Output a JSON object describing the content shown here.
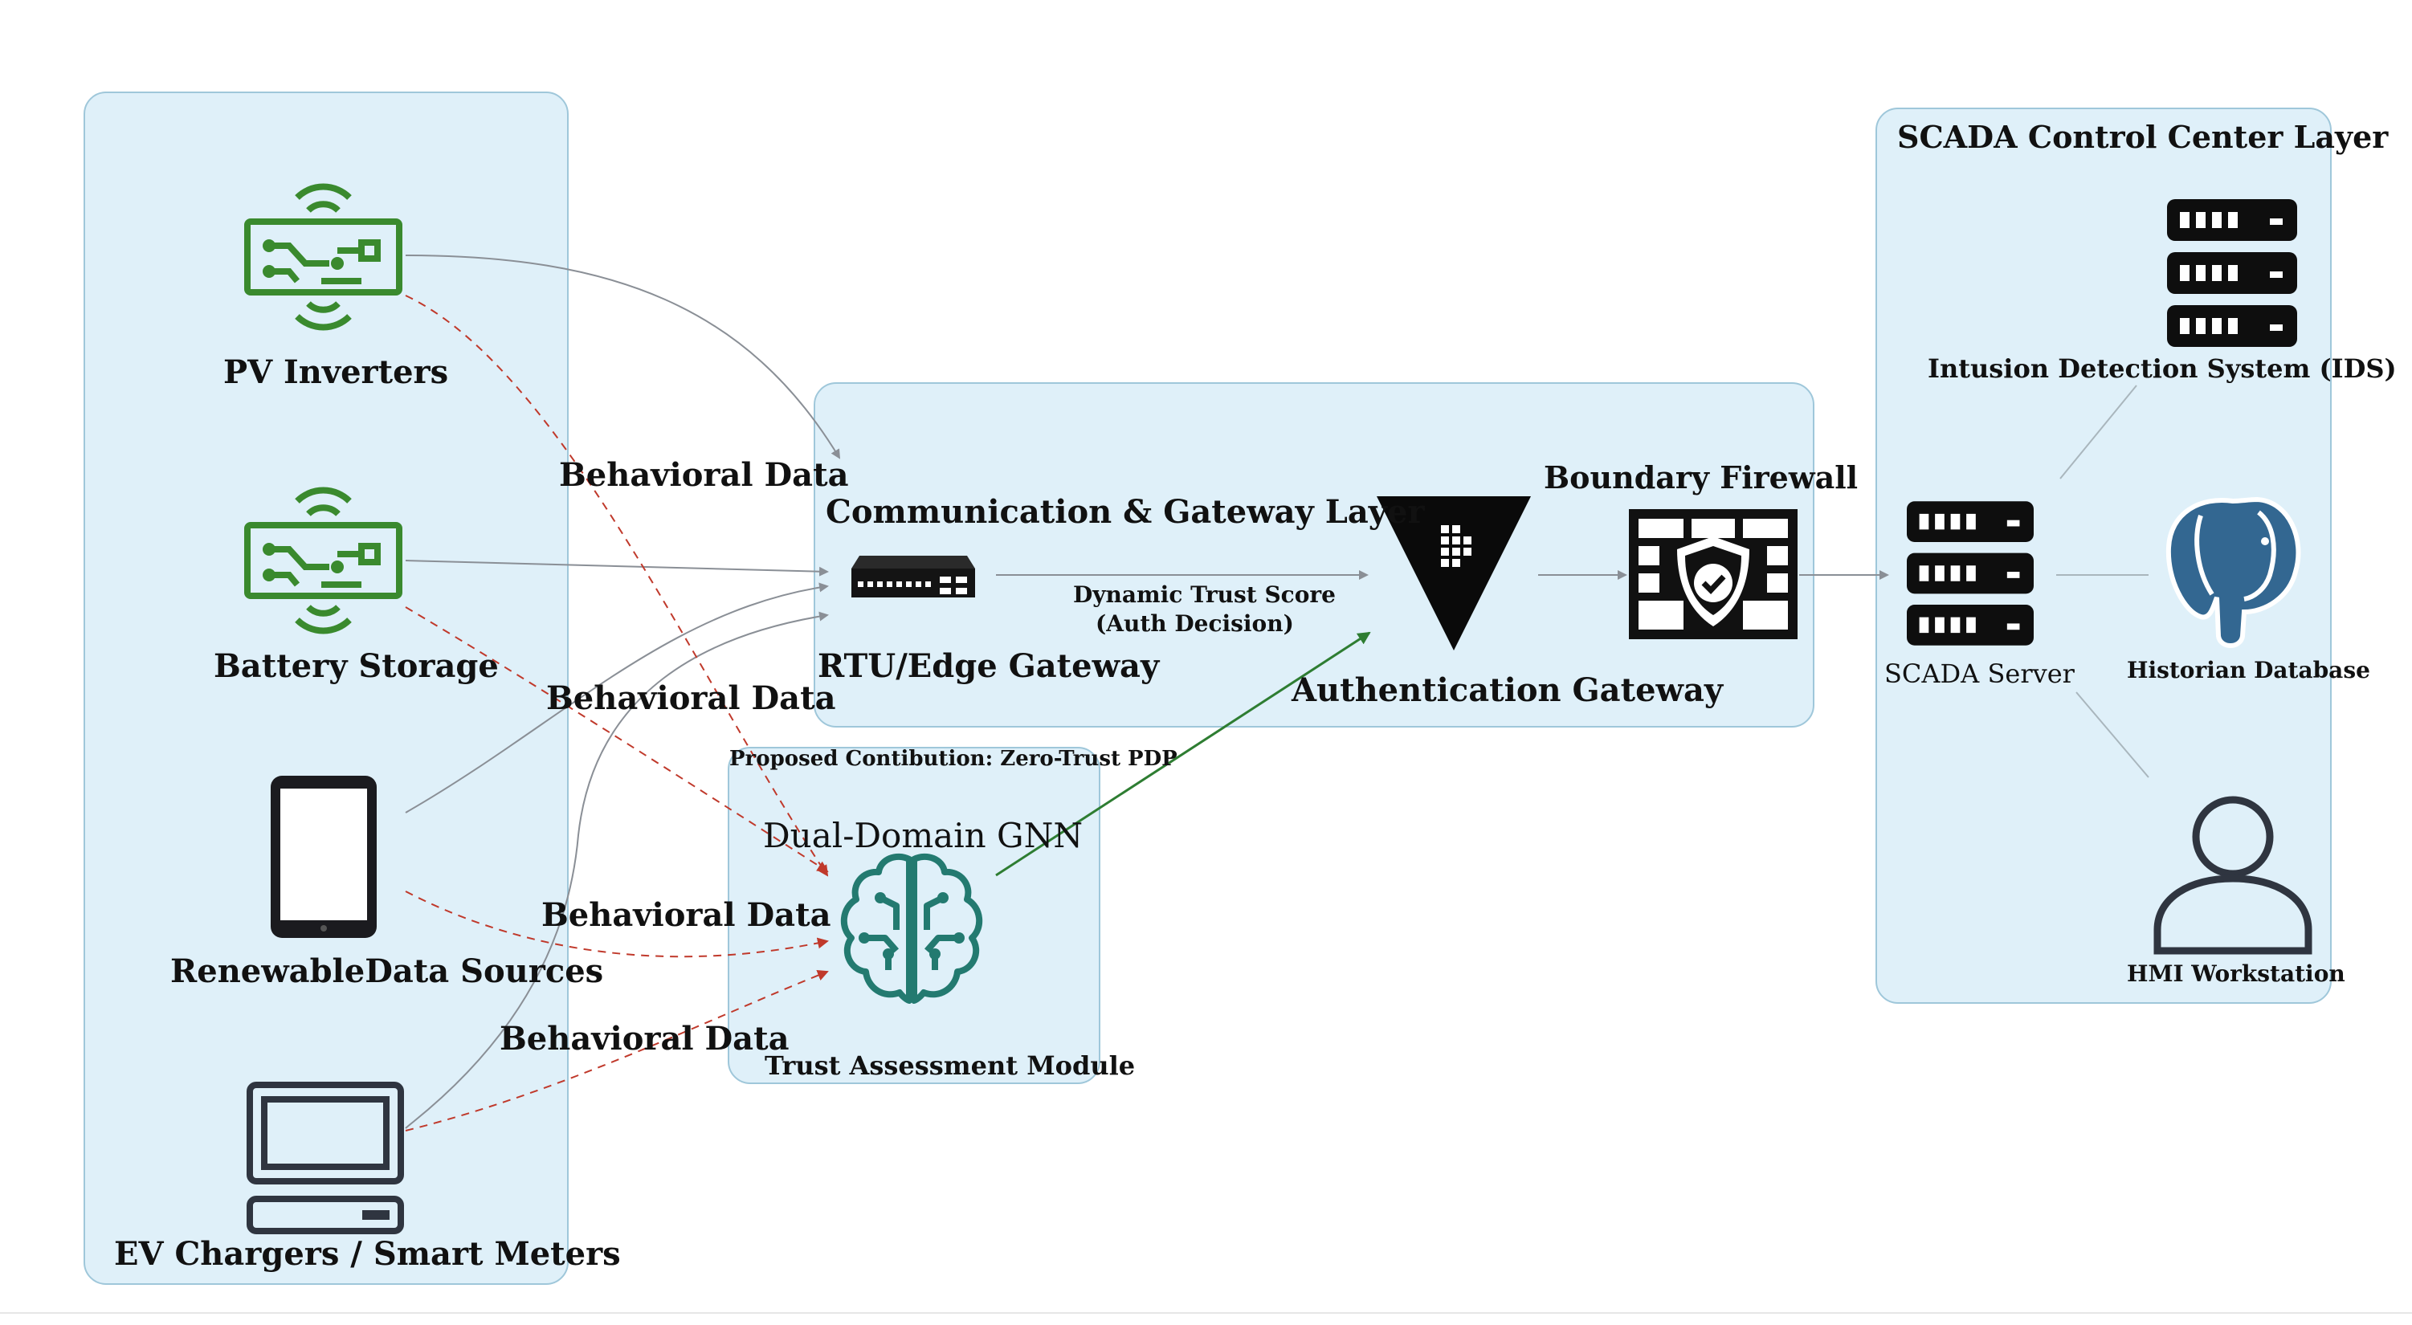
{
  "colors": {
    "panel_fill": "#dff0f9",
    "panel_border": "#9fc7da",
    "device_green": "#3a8a2e",
    "gnn_teal": "#237a70",
    "dashed_red": "#c0392b",
    "solid_gray": "#8a8f96",
    "trust_green": "#2e7d32",
    "postgres_blue": "#336791"
  },
  "field_layer": {
    "nodes": [
      {
        "label": "PV Inverters",
        "icon": "circuit-board-wireless-icon"
      },
      {
        "label": "Battery Storage",
        "icon": "circuit-board-wireless-icon"
      },
      {
        "label": "RenewableData Sources",
        "icon": "tablet-icon"
      },
      {
        "label": "EV Chargers / Smart Meters",
        "icon": "computer-terminal-icon"
      }
    ]
  },
  "edge_labels": [
    "Behavioral Data",
    "Behavioral Data",
    "Behavioral Data",
    "Behavioral Data"
  ],
  "gateway_layer": {
    "title": "Communication & Gateway Layer",
    "rtu_label": "RTU/Edge Gateway",
    "trust_label_line1": "Dynamic Trust Score",
    "trust_label_line2": "(Auth Decision)",
    "auth_label": "Authentication Gateway",
    "firewall_label": "Boundary Firewall"
  },
  "trust_module": {
    "contribution_label": "Proposed Contibution: Zero-Trust PDP",
    "gnn_label": "Dual-Domain GNN",
    "module_label": "Trust Assessment Module"
  },
  "scada_layer": {
    "title": "SCADA Control Center Layer",
    "ids_label": "Intusion Detection System (IDS)",
    "server_label": "SCADA Server",
    "historian_label": "Historian Database",
    "hmi_label": "HMI Workstation"
  }
}
